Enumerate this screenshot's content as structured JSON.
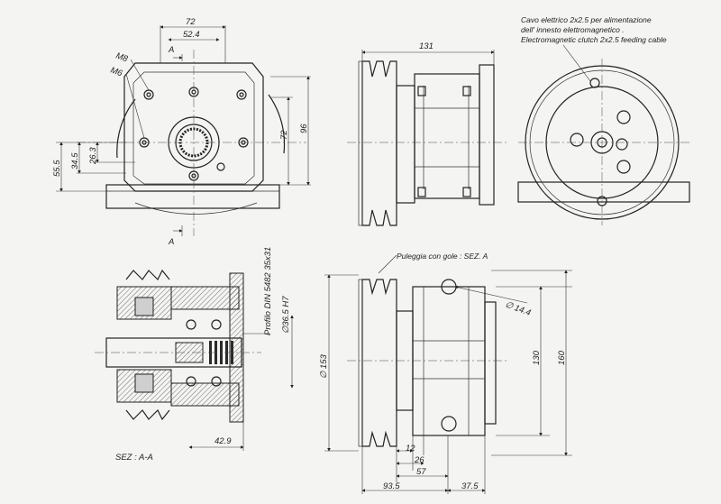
{
  "front_view": {
    "dims": {
      "top_width": "72",
      "bolt_spacing": "52.4",
      "m8": "M8",
      "m6": "M6",
      "right_72": "72",
      "right_96": "96",
      "left_55_5": "55.5",
      "left_34_5": "34.5",
      "left_26_3": "26.3"
    },
    "section_marks": {
      "top": "A",
      "bottom": "A"
    }
  },
  "side_view": {
    "dims": {
      "length": "131"
    }
  },
  "rear_view": {
    "cable_note": {
      "line1": "Cavo elettrico 2x2.5 per alimentazione",
      "line2": "dell' innesto elettromagnetico .",
      "line3": "Electromagnetic clutch 2x2.5 feeding cable"
    }
  },
  "section_view": {
    "dims": {
      "profile": "Profilo DIN 5482 35x31",
      "bore": "∅36.5 H7",
      "offset": "42.9"
    },
    "label": "SEZ : A-A"
  },
  "pulley_view": {
    "note": "Puleggia con gole : SEZ. A",
    "dims": {
      "dia_153": "∅ 153",
      "hole": "∅ 14.4",
      "height_130": "130",
      "height_160": "160",
      "d12": "12",
      "d26": "26",
      "d57": "57",
      "d93_5": "93.5",
      "d37_5": "37.5"
    }
  }
}
